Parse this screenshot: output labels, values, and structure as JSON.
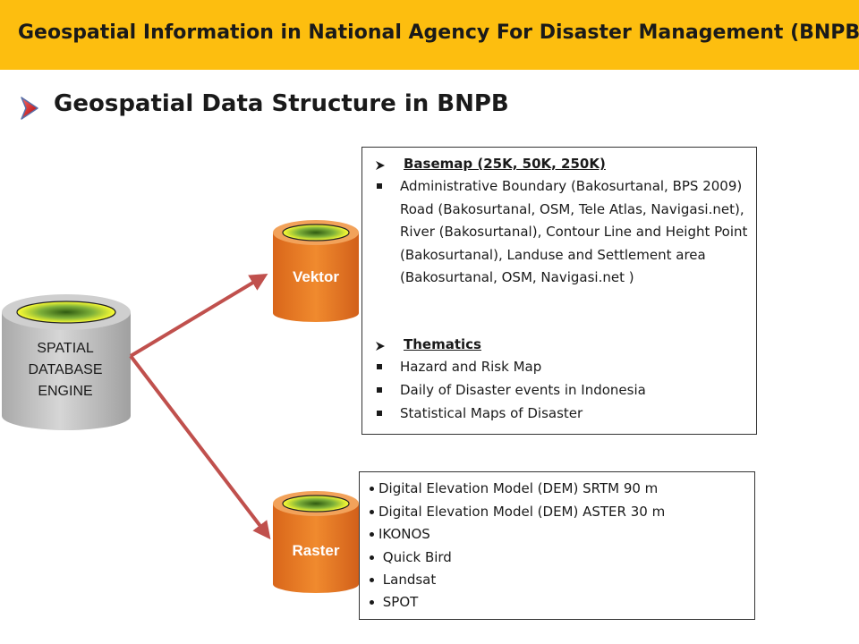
{
  "header": {
    "title": "Geospatial Information in National Agency For Disaster Management (BNPB)"
  },
  "section": {
    "title": "Geospatial Data Structure in BNPB",
    "arrow_icon": "play-arrow-icon"
  },
  "engine": {
    "line1": "SPATIAL",
    "line2": "DATABASE",
    "line3": "ENGINE"
  },
  "vektor": {
    "label": "Vektor"
  },
  "raster": {
    "label": "Raster"
  },
  "vektor_box": {
    "basemap_heading": "Basemap (25K, 50K, 250K)",
    "basemap_text": "Administrative Boundary (Bakosurtanal, BPS 2009) Road (Bakosurtanal, OSM, Tele Atlas, Navigasi.net), River (Bakosurtanal), Contour Line and Height Point (Bakosurtanal), Landuse and Settlement area (Bakosurtanal, OSM, Navigasi.net )",
    "thematics_heading": "Thematics",
    "thematics_items": [
      "Hazard and Risk Map",
      "Daily of Disaster events in Indonesia",
      "Statistical Maps of Disaster"
    ]
  },
  "raster_box": {
    "items": [
      "Digital Elevation Model (DEM) SRTM 90 m",
      "Digital Elevation Model (DEM) ASTER  30 m",
      "IKONOS",
      " Quick Bird",
      " Landsat",
      " SPOT"
    ]
  },
  "colors": {
    "header_bg": "#FDBE0F",
    "cylinder_orange": "#E8771E",
    "cylinder_gray": "#BDBDBD",
    "arrow": "#C0504D",
    "cylinder_top": "#FFFF33"
  }
}
